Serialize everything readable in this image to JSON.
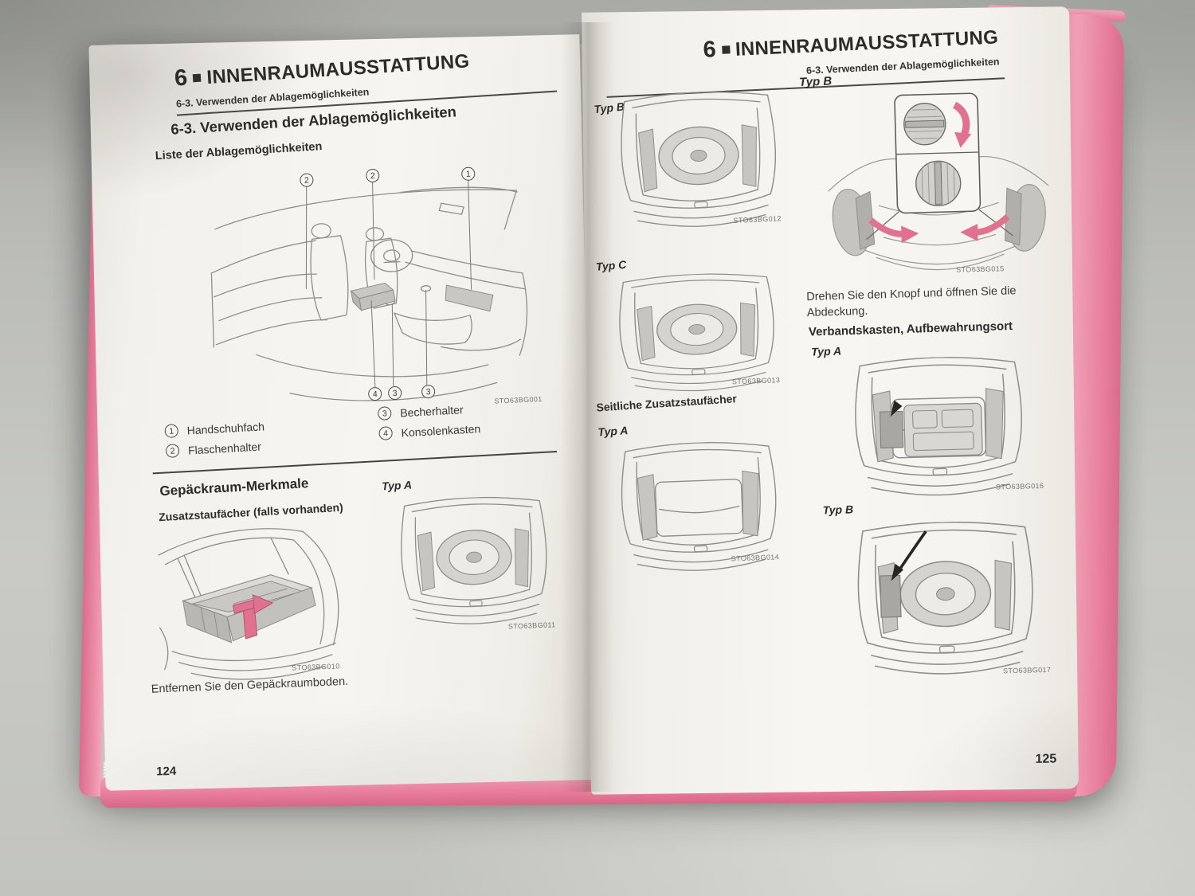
{
  "chapter": {
    "num": "6",
    "title": "INNENRAUMAUSSTATTUNG",
    "section": "6-3.  Verwenden der Ablagemöglichkeiten"
  },
  "left_page": {
    "page_number": "124",
    "section_heading": "6-3.  Verwenden der Ablagemöglichkeiten",
    "list_heading": "Liste der Ablagemöglichkeiten",
    "interior_figure": {
      "code": "STO63BG001",
      "callouts_top": [
        "2",
        "2",
        "1"
      ],
      "callouts_bottom": [
        "4",
        "3",
        "3"
      ]
    },
    "legend": [
      {
        "num": "1",
        "label": "Handschuhfach"
      },
      {
        "num": "2",
        "label": "Flaschenhalter"
      },
      {
        "num": "3",
        "label": "Becherhalter"
      },
      {
        "num": "4",
        "label": "Konsolenkasten"
      }
    ],
    "luggage_heading": "Gepäckraum-Merkmale",
    "sub_heading": "Zusatzstaufächer (falls vorhanden)",
    "tray_figure": {
      "code": "STO63BG010"
    },
    "typ_a": {
      "label": "Typ A",
      "figure_code": "STO63BG011"
    },
    "caption": "Entfernen Sie den Gepäckraumboden.",
    "page_number_label": "124"
  },
  "right_page": {
    "page_number": "125",
    "left_column": {
      "typ_b": {
        "label": "Typ B",
        "figure_code": "STO63BG012"
      },
      "typ_c": {
        "label": "Typ C",
        "figure_code": "STO63BG013"
      },
      "side_heading": "Seitliche Zusatzstaufächer",
      "typ_a": {
        "label": "Typ A",
        "figure_code": "STO63BG014"
      }
    },
    "right_column": {
      "typ_b": {
        "label": "Typ B",
        "figure_code": "STO63BG015"
      },
      "instruction": "Drehen Sie den Knopf und öffnen Sie die Abdeckung.",
      "first_aid_heading": "Verbandskasten, Aufbewahrungsort",
      "typ_a": {
        "label": "Typ A",
        "figure_code": "STO63BG016"
      },
      "typ_b2": {
        "label": "Typ B",
        "figure_code": "STO63BG017"
      }
    }
  },
  "colors": {
    "accent_pink": "#e0718f",
    "page_edge_pink": "#ee93ab",
    "line_art": "#8f8e8a"
  }
}
